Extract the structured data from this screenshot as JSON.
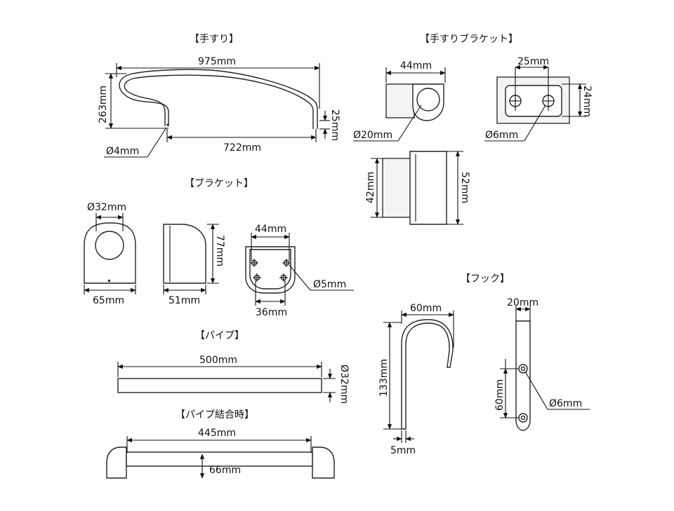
{
  "sections": {
    "handrail": {
      "title": "【手すり】",
      "dims": {
        "length": "975mm",
        "height": "263mm",
        "drop": "25mm",
        "base": "722mm",
        "hole": "Ø4mm"
      }
    },
    "handrail_bracket": {
      "title": "【手すりブラケット】",
      "dims": {
        "width": "44mm",
        "pitch": "25mm",
        "plate_h": "24mm",
        "ring": "Ø20mm",
        "hole": "Ø6mm",
        "side_h1": "42mm",
        "side_h2": "52mm"
      }
    },
    "bracket": {
      "title": "【ブラケット】",
      "dims": {
        "ring": "Ø32mm",
        "width": "65mm",
        "depth": "51mm",
        "height": "77mm",
        "top": "44mm",
        "bottom": "36mm",
        "hole": "Ø5mm"
      }
    },
    "pipe": {
      "title": "【パイプ】",
      "dims": {
        "length": "500mm",
        "dia": "Ø32mm"
      }
    },
    "pipe_joined": {
      "title": "【パイプ結合時】",
      "dims": {
        "length": "445mm",
        "height": "66mm"
      }
    },
    "hook": {
      "title": "【フック】",
      "dims": {
        "reach": "60mm",
        "height": "133mm",
        "thick": "5mm",
        "width": "20mm",
        "pitch": "60mm",
        "hole": "Ø6mm"
      }
    }
  }
}
